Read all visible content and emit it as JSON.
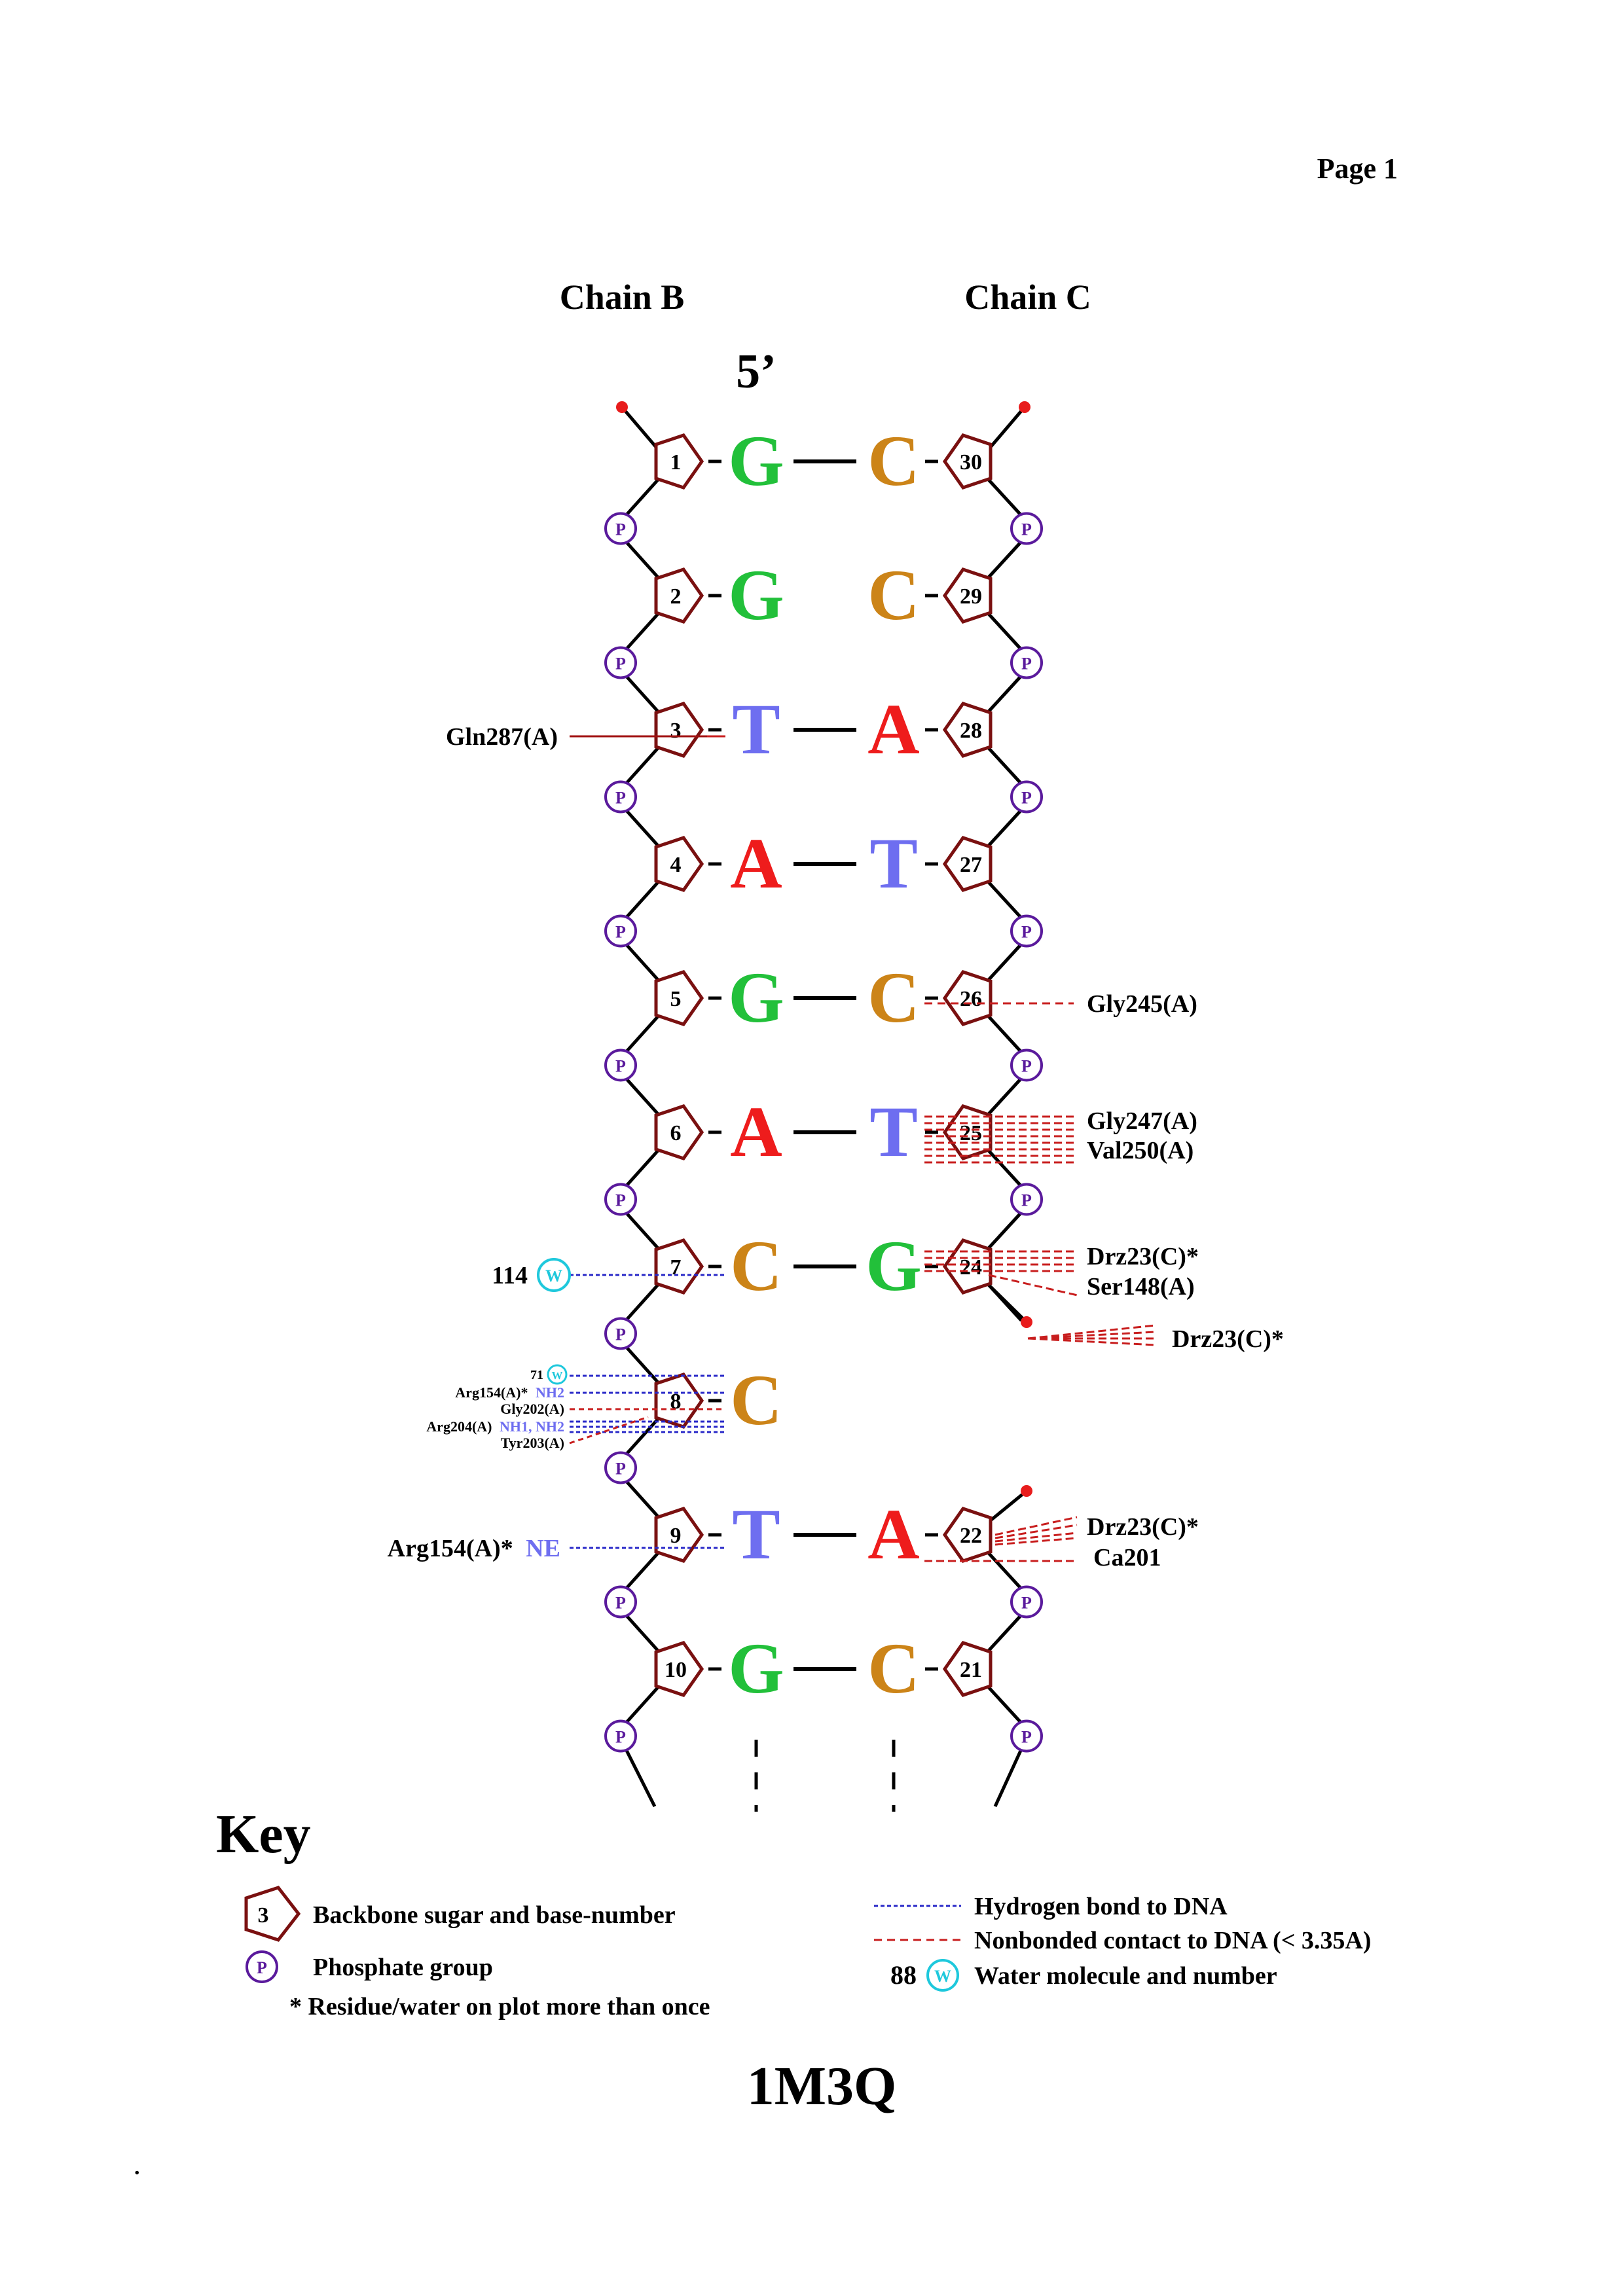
{
  "page_label": "Page 1",
  "chain_left": "Chain B",
  "chain_right": "Chain C",
  "five_prime": "5’",
  "phosphate_label": "P",
  "water_label": "W",
  "colors": {
    "G": "#22c03a",
    "C": "#cc8418",
    "T": "#6e6ef0",
    "A": "#ee1c1c",
    "sugar": "#7a1010",
    "phosphate": "#5a1a9c",
    "water": "#1ec8dc",
    "hbond": "#2828c8",
    "nonbonded": "#c81e1e",
    "terminal": "#e81c1c",
    "atom_text": "#6e6ef0"
  },
  "pairs": [
    {
      "left_num": "1",
      "left_base": "G",
      "right_base": "C",
      "right_num": "30",
      "paired": true
    },
    {
      "left_num": "2",
      "left_base": "G",
      "right_base": "C",
      "right_num": "29",
      "paired": false
    },
    {
      "left_num": "3",
      "left_base": "T",
      "right_base": "A",
      "right_num": "28",
      "paired": true
    },
    {
      "left_num": "4",
      "left_base": "A",
      "right_base": "T",
      "right_num": "27",
      "paired": true
    },
    {
      "left_num": "5",
      "left_base": "G",
      "right_base": "C",
      "right_num": "26",
      "paired": true
    },
    {
      "left_num": "6",
      "left_base": "A",
      "right_base": "T",
      "right_num": "25",
      "paired": true
    },
    {
      "left_num": "7",
      "left_base": "C",
      "right_base": "G",
      "right_num": "24",
      "paired": true
    },
    {
      "left_num": "8",
      "left_base": "C",
      "right_base": "",
      "right_num": "",
      "paired": false
    },
    {
      "left_num": "9",
      "left_base": "T",
      "right_base": "A",
      "right_num": "22",
      "paired": true
    },
    {
      "left_num": "10",
      "left_base": "G",
      "right_base": "C",
      "right_num": "21",
      "paired": true
    }
  ],
  "interactions": {
    "gln287": "Gln287(A)",
    "water114": "114",
    "water71": "71",
    "arg154_nh2_res": "Arg154(A)*",
    "arg154_nh2_atom": "NH2",
    "gly202": "Gly202(A)",
    "arg204_res": "Arg204(A)",
    "arg204_atoms": "NH1, NH2",
    "tyr203": "Tyr203(A)",
    "arg154_ne_res": "Arg154(A)*",
    "arg154_ne_atom": "NE",
    "gly245": "Gly245(A)",
    "gly247": "Gly247(A)",
    "val250": "Val250(A)",
    "drz23_a": "Drz23(C)*",
    "ser148": "Ser148(A)",
    "drz23_b": "Drz23(C)*",
    "drz23_c": "Drz23(C)*",
    "ca201": "Ca201"
  },
  "key": {
    "title": "Key",
    "sugar_sample": "3",
    "sugar_label": "Backbone sugar and base-number",
    "phosphate_label": "Phosphate group",
    "repeat_label": "* Residue/water on plot more than once",
    "hbond_label": "Hydrogen bond to DNA",
    "nonbonded_label": "Nonbonded contact to DNA (< 3.35A)",
    "water_sample": "88",
    "water_label": "Water molecule and number"
  },
  "pdb_code": "1M3Q",
  "footer_dot": "."
}
